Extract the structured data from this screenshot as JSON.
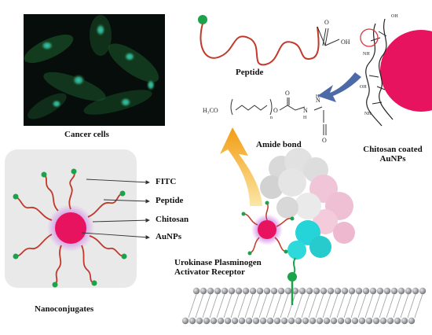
{
  "labels": {
    "cancer_cells": "Cancer cells",
    "peptide_top": "Peptide",
    "amide_bond": "Amide bond",
    "chitosan_coated_line1": "Chitosan coated",
    "chitosan_coated_line2": "AuNPs",
    "receptor_line1": "Urokinase Plasminogen",
    "receptor_line2": "Activator Receptor",
    "nanoconjugates": "Nanoconjugates"
  },
  "legend": {
    "fitc": "FITC",
    "peptide": "Peptide",
    "chitosan": "Chitosan",
    "aunps": "AuNPs"
  },
  "chem": {
    "oh": "OH",
    "peg_prefix": "H₃CO",
    "o": "O",
    "n": "n",
    "nh": "H",
    "n_atom": "N",
    "o_bottom": "O"
  },
  "colors": {
    "aunp": "#e8135f",
    "aunp_glow": "#c58ce6",
    "peptide": "#c0392b",
    "fitc": "#1aa34a",
    "arrow_orange": "#f4a91a",
    "arrow_blue": "#4c6aa8",
    "cell_bg": "#070d0a",
    "nanoconj_bg": "#e9e9e9",
    "receptor_cyan": "#1ad2d6",
    "membrane": "#8d8f92"
  }
}
